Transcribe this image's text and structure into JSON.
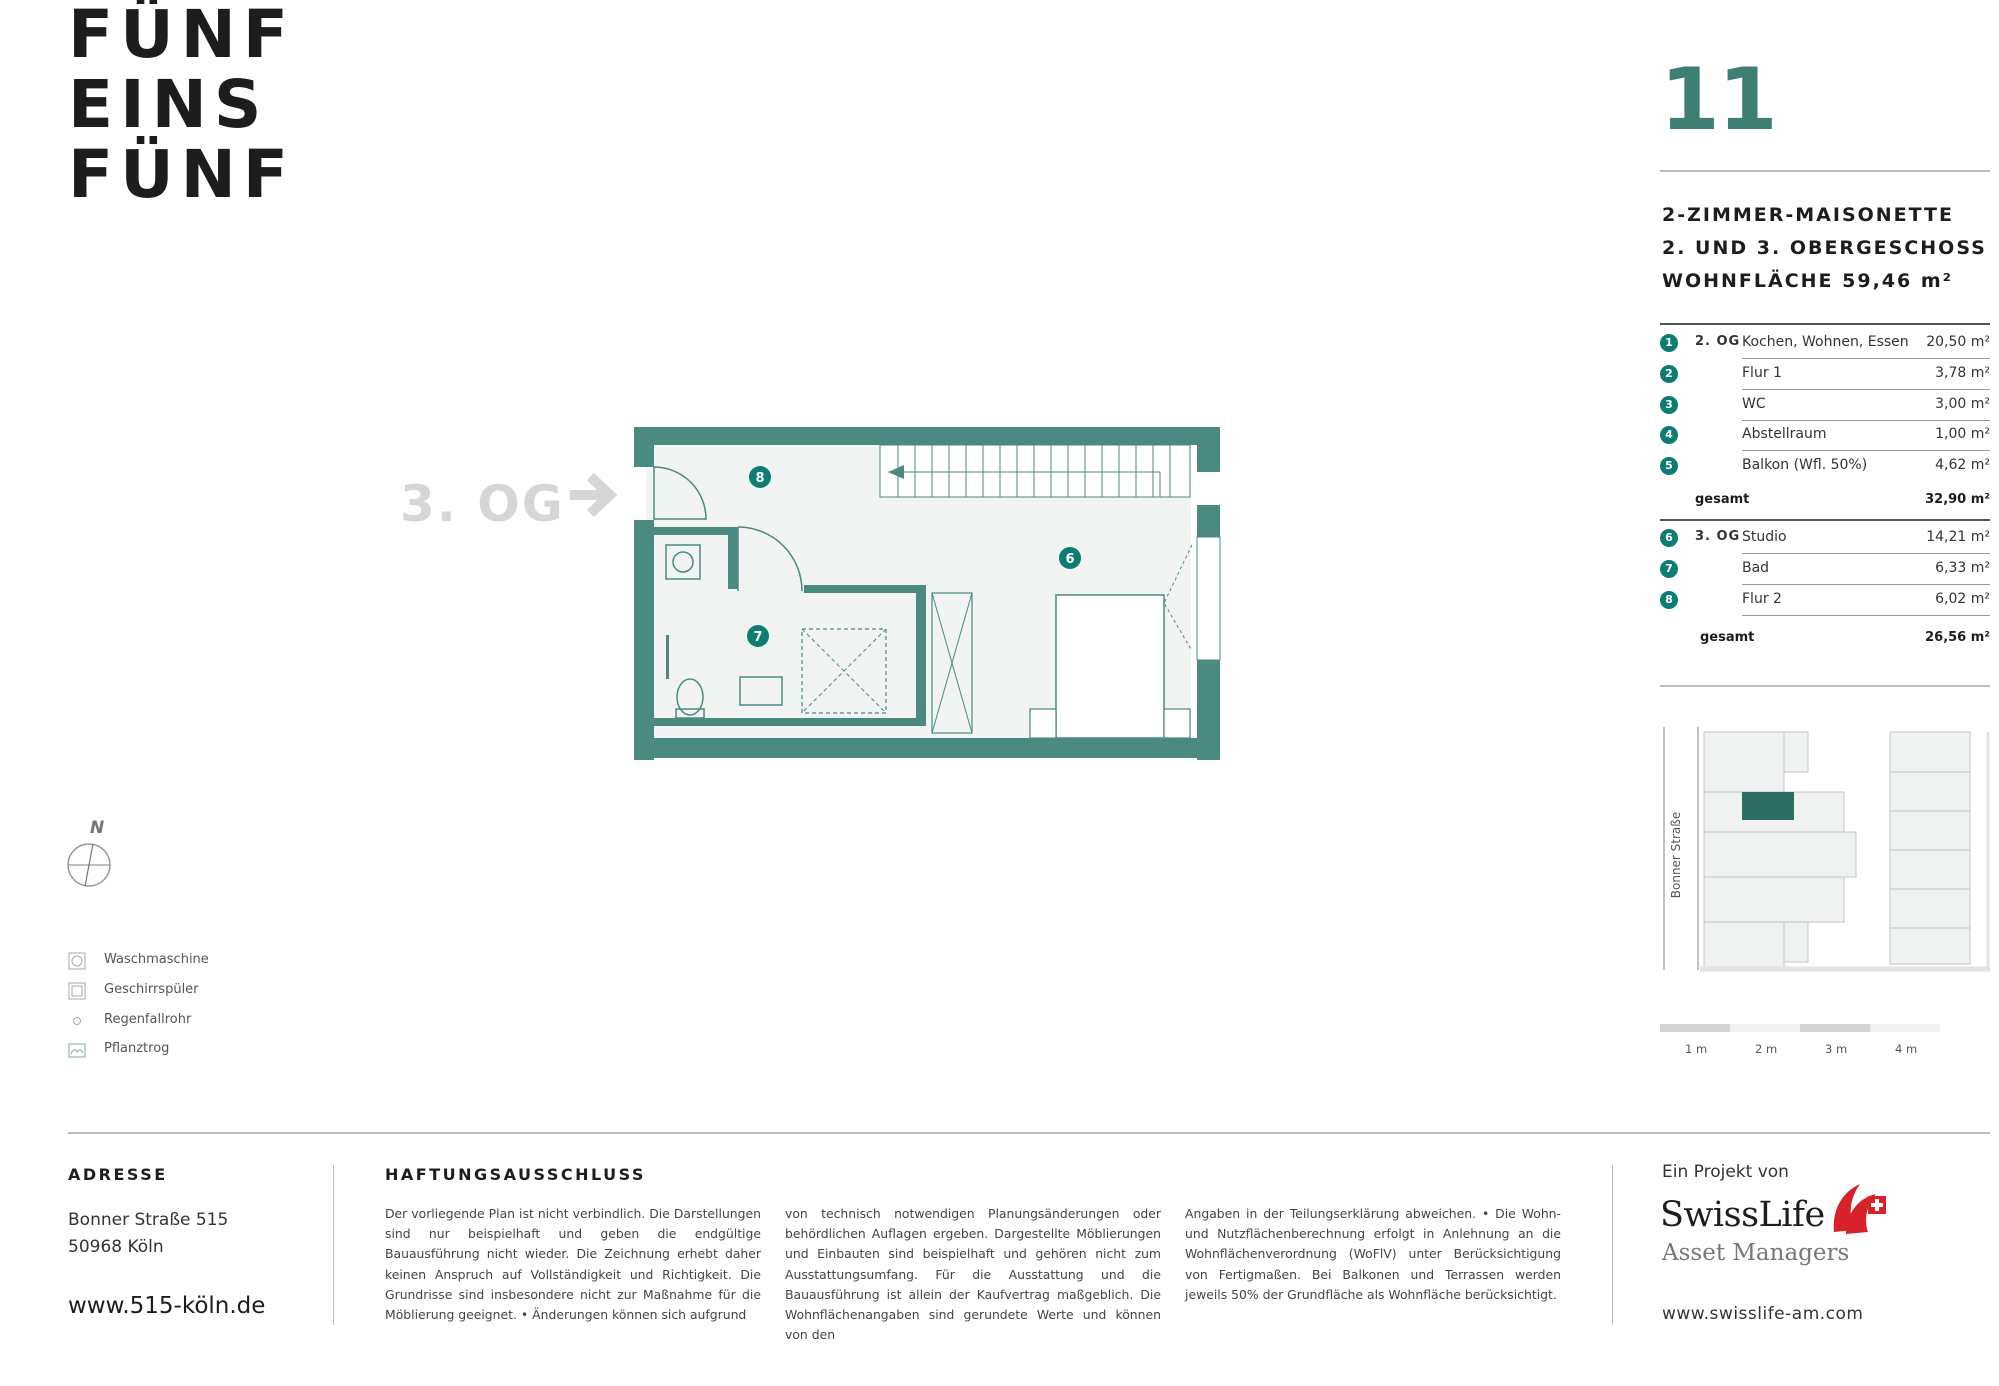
{
  "logo": {
    "line1": "FÜNF",
    "line2": "EINS",
    "line3": "FÜNF"
  },
  "unit": {
    "number": "11",
    "type": "2-ZIMMER-MAISONETTE",
    "floors": "2. UND 3. OBERGESCHOSS",
    "area_label": "WOHNFLÄCHE 59,46 m²"
  },
  "rooms": [
    {
      "num": "1",
      "floor": "2. OG",
      "name": "Kochen, Wohnen, Essen",
      "area": "20,50 m²"
    },
    {
      "num": "2",
      "floor": "",
      "name": "Flur 1",
      "area": "3,78 m²"
    },
    {
      "num": "3",
      "floor": "",
      "name": "WC",
      "area": "3,00 m²"
    },
    {
      "num": "4",
      "floor": "",
      "name": "Abstellraum",
      "area": "1,00 m²"
    },
    {
      "num": "5",
      "floor": "",
      "name": "Balkon (Wfl. 50%)",
      "area": "4,62 m²"
    },
    {
      "num": "6",
      "floor": "3. OG",
      "name": "Studio",
      "area": "14,21 m²"
    },
    {
      "num": "7",
      "floor": "",
      "name": "Bad",
      "area": "6,33 m²"
    },
    {
      "num": "8",
      "floor": "",
      "name": "Flur 2",
      "area": "6,02 m²"
    }
  ],
  "totals": {
    "og2_label": "gesamt",
    "og2_area": "32,90 m²",
    "og3_label": "gesamt",
    "og3_area": "26,56 m²"
  },
  "plan": {
    "floor_label": "3. OG",
    "room_markers": [
      "8",
      "6",
      "7"
    ],
    "accent_color": "#4a8a80"
  },
  "compass": {
    "north": "N"
  },
  "legend": [
    {
      "icon": "washing-machine-icon",
      "label": "Waschmaschine"
    },
    {
      "icon": "dishwasher-icon",
      "label": "Geschirrspüler"
    },
    {
      "icon": "downpipe-icon",
      "label": "Regenfallrohr"
    },
    {
      "icon": "planter-icon",
      "label": "Pflanztrog"
    }
  ],
  "siteplan": {
    "street": "Bonner Straße"
  },
  "scale": {
    "labels": [
      "1 m",
      "2 m",
      "3 m",
      "4 m"
    ]
  },
  "footer": {
    "address_heading": "ADRESSE",
    "street": "Bonner Straße 515",
    "city": "50968 Köln",
    "website": "www.515-köln.de",
    "disclaimer_heading": "HAFTUNGSAUSSCHLUSS",
    "disclaimer_col1": "Der vorliegende Plan ist nicht verbindlich. Die Darstellungen sind nur beispielhaft und geben die endgültige Bauausführung nicht wieder. Die Zeichnung erhebt daher keinen Anspruch auf Vollständigkeit und Richtigkeit. Die Grundrisse sind insbesondere nicht zur Maßnahme für die Möblierung geeignet. • Änderungen können sich aufgrund",
    "disclaimer_col2": "von technisch notwendigen Planungsänderungen oder behördlichen Auflagen ergeben. Dargestellte Möblierungen und Einbauten sind beispielhaft und gehören nicht zum Ausstattungsumfang. Für die Ausstattung und die Bauausführung ist allein der Kaufvertrag maßgeblich. Die Wohnflächenangaben sind gerundete Werte und können von den",
    "disclaimer_col3": "Angaben in der Teilungserklärung abweichen. • Die Wohn- und Nutzflächenberechnung erfolgt in Anlehnung an die Wohnflächenverordnung (WoFlV) unter Berücksichtigung von Fertigmaßen. Bei Balkonen und Terrassen werden jeweils 50% der Grundfläche als Wohnfläche berücksichtigt.",
    "project_by": "Ein Projekt von",
    "brand_line1": "SwissLife",
    "brand_line2": "Asset Managers",
    "brand_url": "www.swisslife-am.com"
  }
}
